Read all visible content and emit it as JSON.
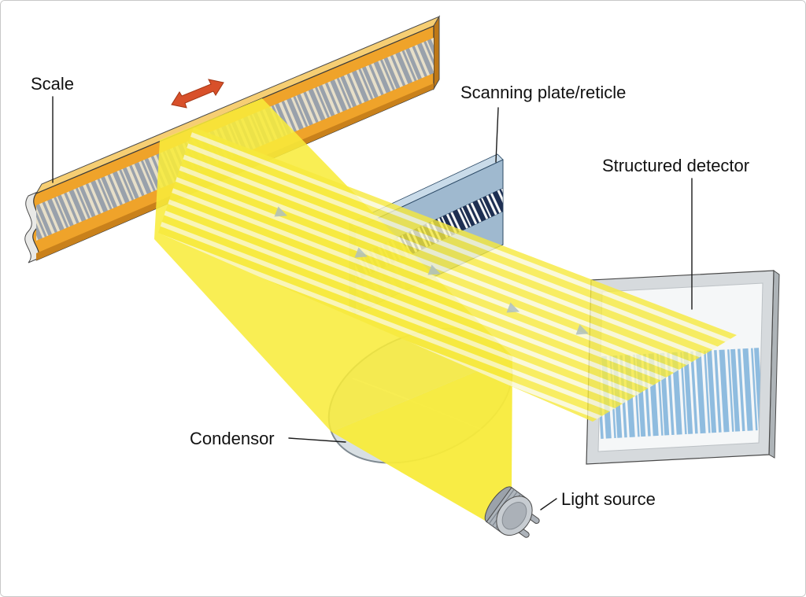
{
  "figure": {
    "type": "isometric-technical-diagram",
    "subject": "Optical encoder light path: scale, scanning reticle, structured detector",
    "background": "#FFFFFF",
    "labels": {
      "scale": "Scale",
      "scanning_plate": "Scanning plate/reticle",
      "structured_detector": "Structured detector",
      "condensor": "Condensor",
      "light_source": "Light source"
    },
    "icons": {
      "motion_arrow": "red-double-headed-arrow",
      "beam_direction": "triangle-arrow"
    },
    "colors": {
      "scale_body": "#EFA32A",
      "scale_top_face": "#F6CE73",
      "scale_end_face": "#BE7817",
      "scale_graduations": "#99A1AB",
      "motion_arrow_red": "#D8502A",
      "beam_yellow": "#F8EB3B",
      "beam_stripe_pale": "#F9F7D2",
      "reticle_blue": "#9FB9CF",
      "reticle_bars_navy": "#1E2F52",
      "detector_gray": "#D6DADD",
      "detector_bars_blue": "#8FBCDF",
      "condensor_gray": "#D8DFE3",
      "light_source_gray": "#AEB5BC",
      "outline_dark": "#3A3A3A"
    }
  }
}
